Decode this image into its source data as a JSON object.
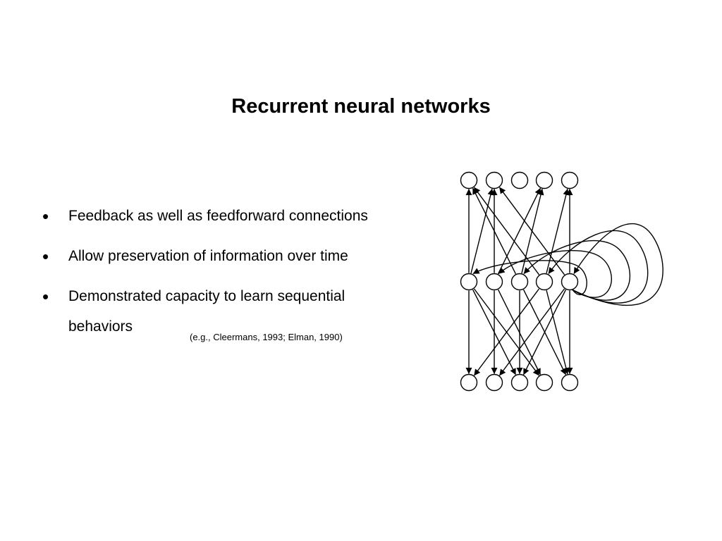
{
  "slide": {
    "title": "Recurrent neural networks",
    "bullets": [
      {
        "marker": "•",
        "text": "Feedback as well as feedforward connections"
      },
      {
        "marker": "•",
        "text": "Allow preservation of information over time"
      },
      {
        "marker": "•",
        "text": "Demonstrated capacity to learn sequential",
        "text_line2": "behaviors"
      }
    ],
    "citation": "(e.g., Cleermans, 1993; Elman, 1990)"
  },
  "network_diagram": {
    "layers": [
      {
        "name": "top",
        "units": 5
      },
      {
        "name": "middle",
        "units": 5
      },
      {
        "name": "bottom",
        "units": 5
      }
    ],
    "stroke_color": "#000000",
    "node_fill": "#ffffff"
  }
}
